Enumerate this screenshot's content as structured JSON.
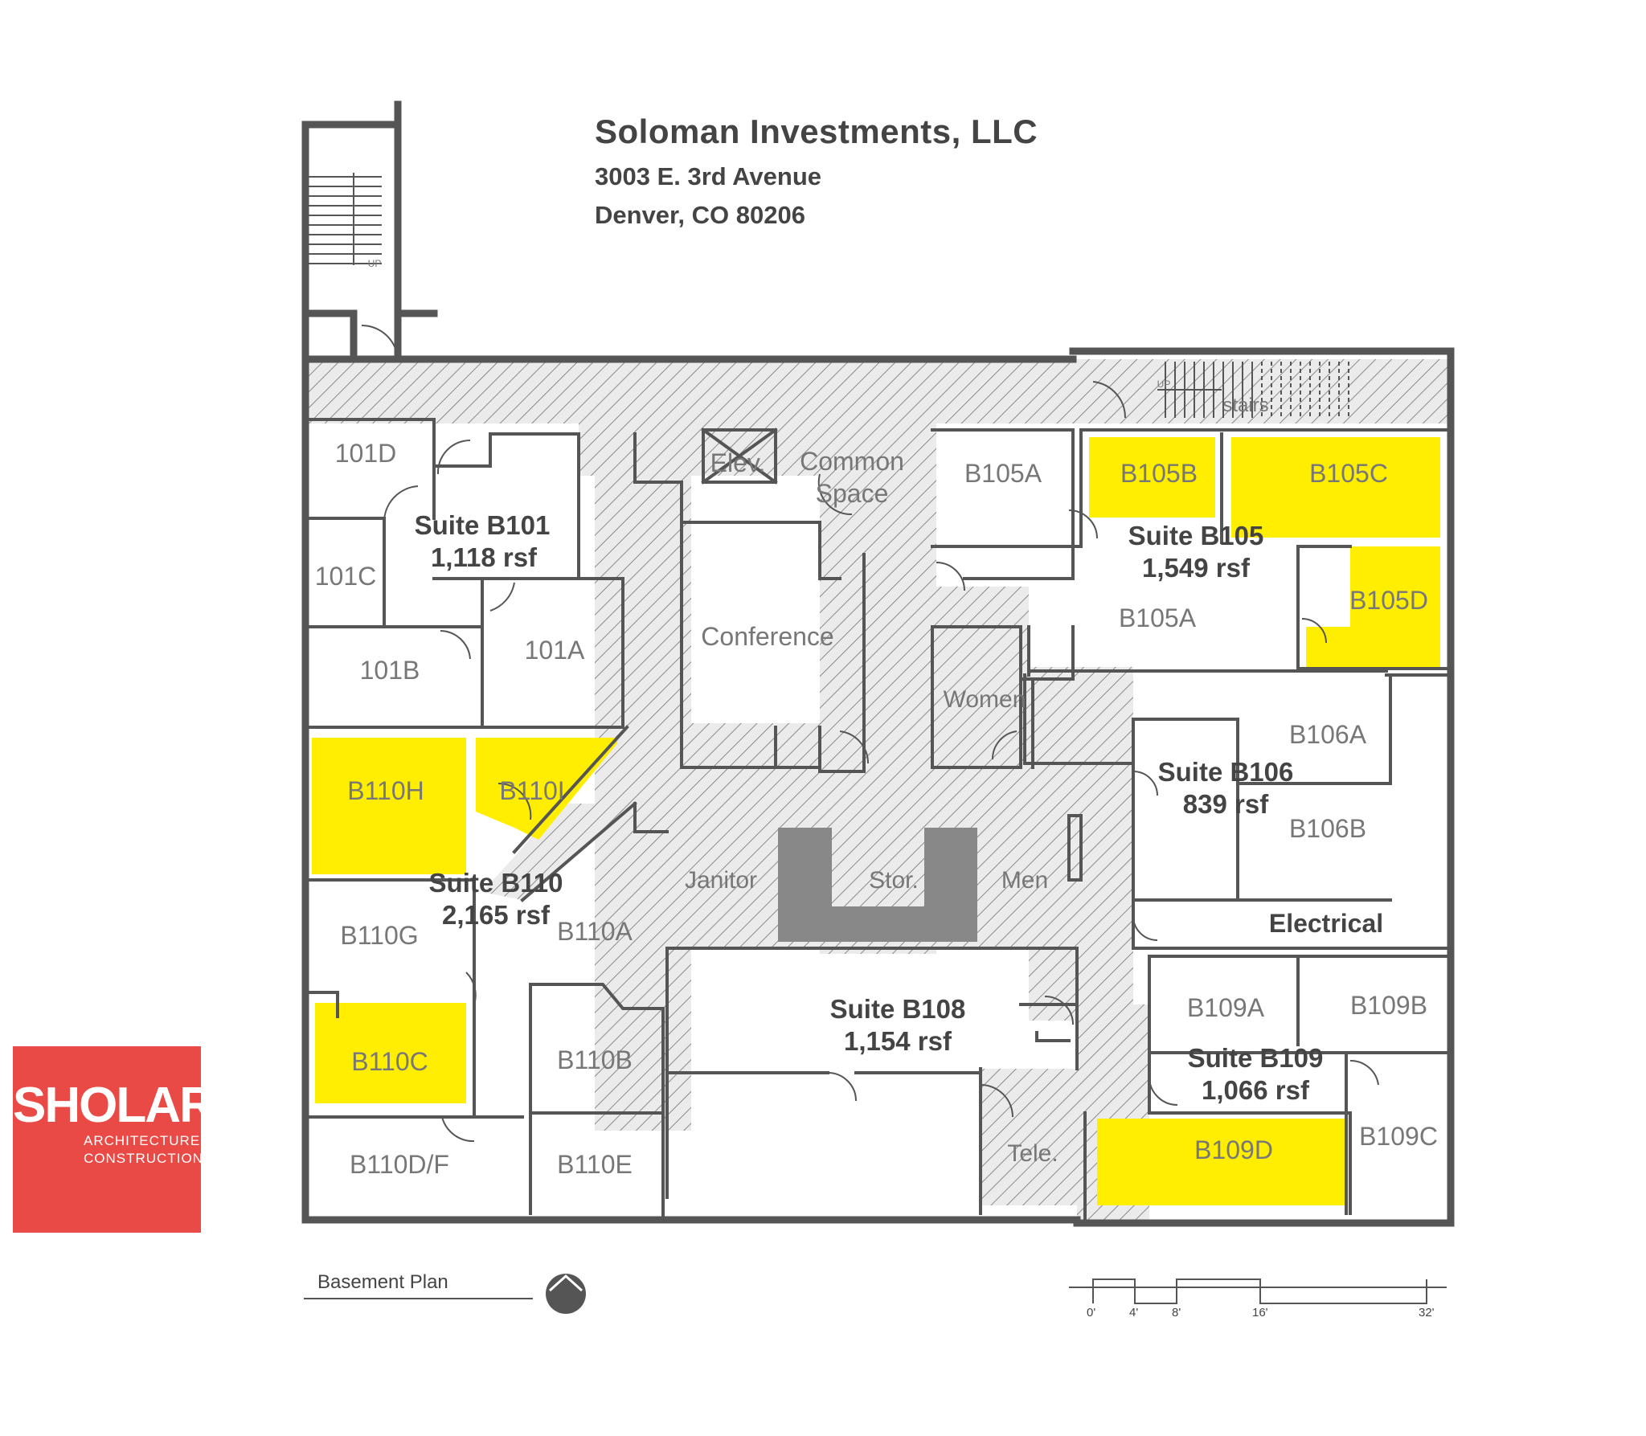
{
  "header": {
    "title": "Soloman Investments, LLC",
    "address_line1": "3003 E. 3rd Avenue",
    "address_line2": "Denver, CO  80206"
  },
  "logo": {
    "name": "SHOLAR",
    "line1": "ARCHITECTURE",
    "line2": "CONSTRUCTION",
    "background_color": "#ea4a45"
  },
  "plan_label": "Basement Plan",
  "scale": {
    "labels": [
      "0'",
      "4'",
      "8'",
      "16'",
      "32'"
    ]
  },
  "colors": {
    "highlight": "#ffee00",
    "wall": "#555555",
    "hatch": "#888888",
    "room_text": "#777777",
    "suite_text": "#444444"
  },
  "spaces": {
    "common_line1": "Common",
    "common_line2": "Space",
    "elevator": "Elev.",
    "stairs": "stairs",
    "conference": "Conference",
    "women": "Women",
    "men": "Men",
    "janitor": "Janitor",
    "storage": "Stor.",
    "electrical": "Electrical",
    "tele": "Tele.",
    "up_top": "UP",
    "up_right": "UP"
  },
  "suites": [
    {
      "name": "Suite B101",
      "area": "1,118 rsf"
    },
    {
      "name": "Suite B105",
      "area": "1,549 rsf"
    },
    {
      "name": "Suite B106",
      "area": "839 rsf"
    },
    {
      "name": "Suite B110",
      "area": "2,165 rsf"
    },
    {
      "name": "Suite B108",
      "area": "1,154 rsf"
    },
    {
      "name": "Suite B109",
      "area": "1,066 rsf"
    }
  ],
  "rooms": {
    "r101D": "101D",
    "r101C": "101C",
    "r101B": "101B",
    "r101A": "101A",
    "rB105A_top": "B105A",
    "rB105B": "B105B",
    "rB105C": "B105C",
    "rB105A_lower": "B105A",
    "rB105D": "B105D",
    "rB106A": "B106A",
    "rB106B": "B106B",
    "rB110H": "B110H",
    "rB110I": "B110I",
    "rB110G": "B110G",
    "rB110A": "B110A",
    "rB110C": "B110C",
    "rB110B": "B110B",
    "rB110DF": "B110D/F",
    "rB110E": "B110E",
    "rB109A": "B109A",
    "rB109B": "B109B",
    "rB109C": "B109C",
    "rB109D": "B109D"
  },
  "highlighted_rooms": [
    "B105B",
    "B105C",
    "B105D",
    "B110H",
    "B110I",
    "B110C",
    "B109D"
  ]
}
